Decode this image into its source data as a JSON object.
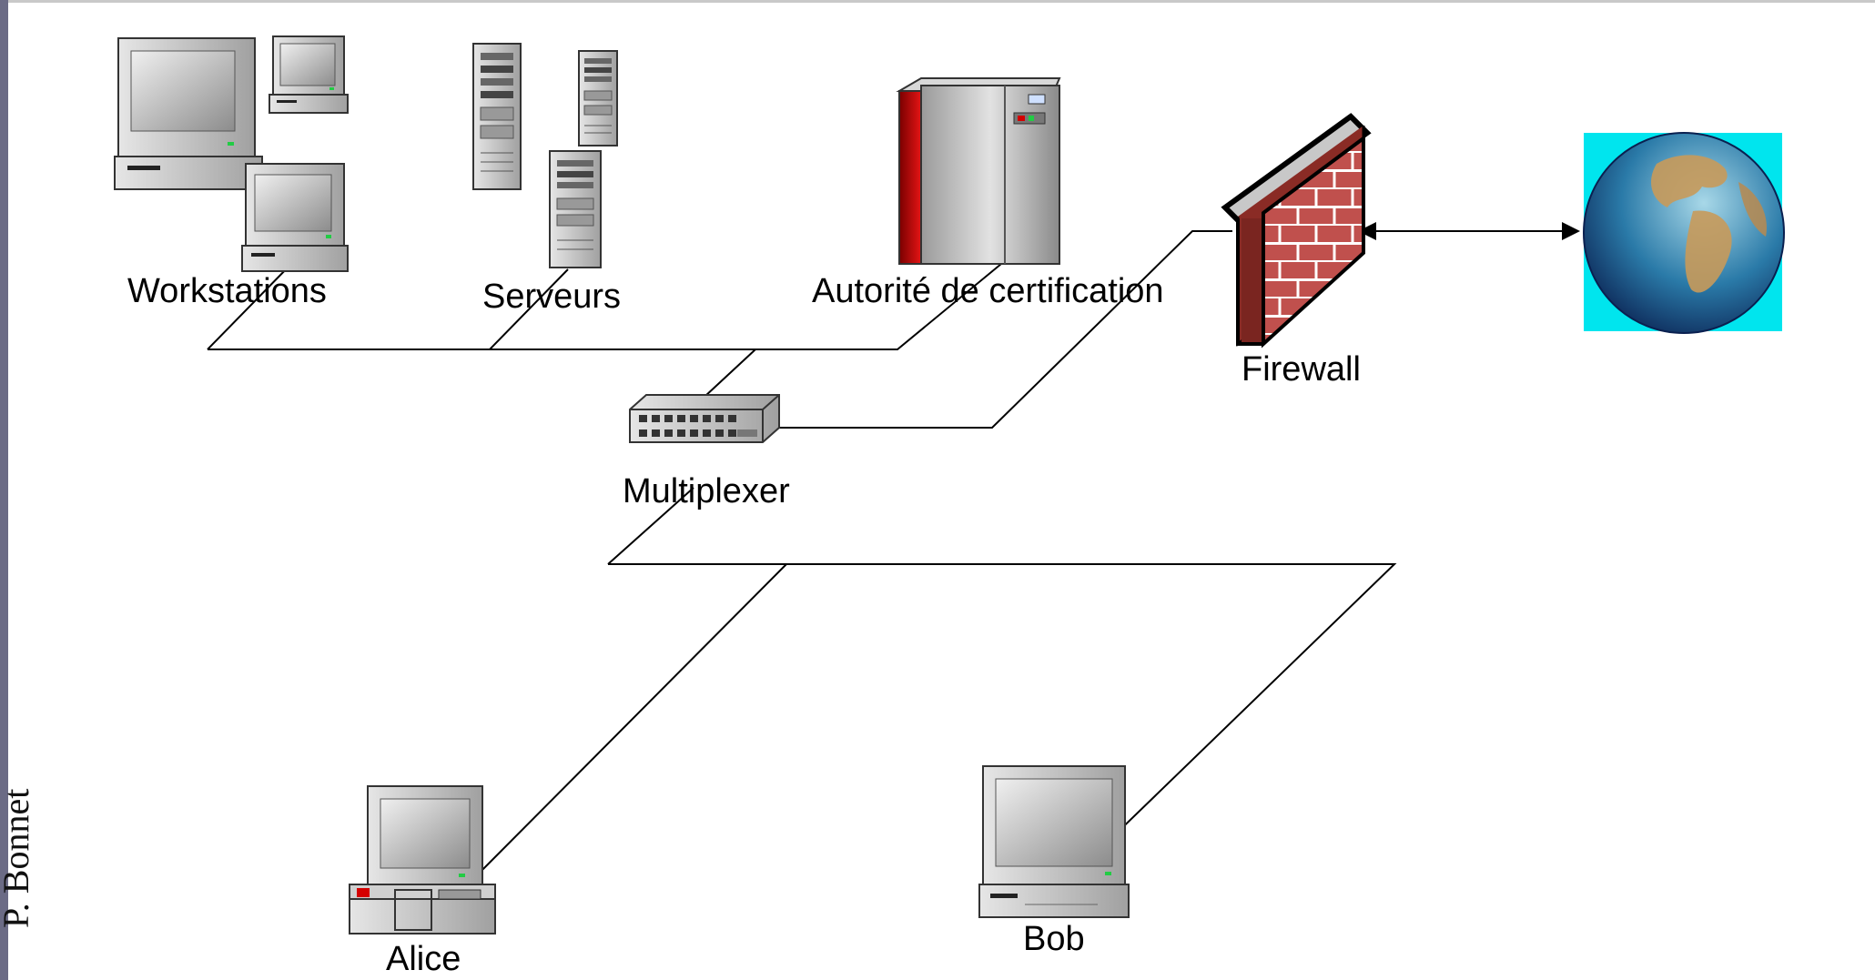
{
  "sidebar": {
    "author_text": "P. Bonnet"
  },
  "labels": {
    "workstations": "Workstations",
    "serveurs": "Serveurs",
    "autorite": "Autorité de certification",
    "firewall": "Firewall",
    "multiplexer": "Multiplexer",
    "alice": "Alice",
    "bob": "Bob"
  },
  "icons": {
    "workstations": "desktop-computer-icon",
    "serveurs": "tower-server-icon",
    "autorite": "mainframe-icon",
    "firewall": "brick-wall-icon",
    "internet": "globe-icon",
    "multiplexer": "network-hub-icon",
    "alice": "desktop-computer-icon",
    "bob": "desktop-computer-icon"
  },
  "colors": {
    "brick": "#c0504d",
    "mainframe_accent": "#d40000",
    "globe_background": "#00e5ee",
    "device_gray": "#a6a6a6"
  }
}
